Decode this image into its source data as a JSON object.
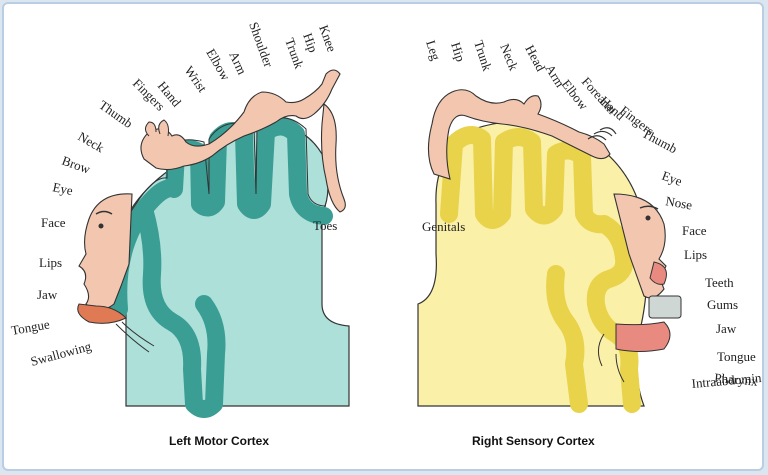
{
  "colors": {
    "motor_gyrus": "#3a9e94",
    "motor_fill": "#aee0da",
    "sensory_gyrus": "#e8d34a",
    "sensory_fill": "#fbf0a8",
    "skin": "#f3c6b0",
    "outline": "#333333"
  },
  "motor": {
    "caption": "Left Motor Cortex",
    "labels": [
      "Knee",
      "Hip",
      "Trunk",
      "Shoulder",
      "Arm",
      "Elbow",
      "Wrist",
      "Hand",
      "Fingers",
      "Thumb",
      "Neck",
      "Brow",
      "Eye",
      "Face",
      "Lips",
      "Jaw",
      "Tongue",
      "Swallowing"
    ],
    "toes": "Toes"
  },
  "sensory": {
    "caption": "Right Sensory Cortex",
    "labels": [
      "Leg",
      "Hip",
      "Trunk",
      "Neck",
      "Head",
      "Arm",
      "Elbow",
      "Forearm",
      "Hand",
      "Fingers",
      "Thumb",
      "Eye",
      "Nose",
      "Face",
      "Lips",
      "Teeth",
      "Gums",
      "Jaw",
      "Tongue",
      "Pharynx",
      "Intraabdominal"
    ],
    "genitals": "Genitals"
  }
}
